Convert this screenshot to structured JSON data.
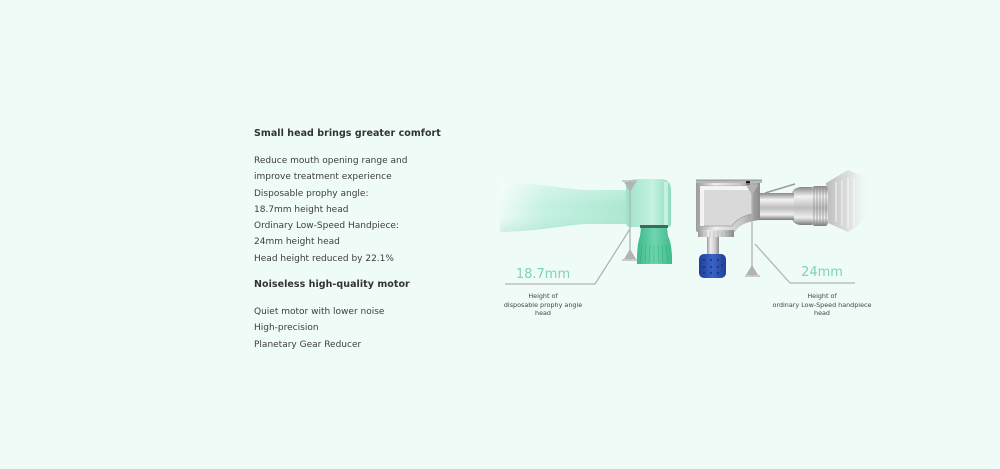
{
  "sections": [
    {
      "heading": "Small head brings greater comfort",
      "lines": [
        "Reduce mouth opening range and",
        "improve treatment experience",
        "Disposable prophy angle:",
        "18.7mm height head",
        "Ordinary Low-Speed Handpiece:",
        "24mm height head",
        "Head height reduced by 22.1%"
      ]
    },
    {
      "heading": "Noiseless high-quality motor",
      "lines": [
        "Quiet motor with lower noise",
        "High-precision",
        "Planetary Gear Reducer"
      ]
    }
  ],
  "illustration": {
    "left": {
      "measure": "18.7mm",
      "caption": [
        "Height of",
        "disposable prophy angle",
        "head"
      ]
    },
    "right": {
      "measure": "24mm",
      "caption": [
        "Height of",
        "ordinary Low-Speed handpiece",
        "head"
      ]
    }
  },
  "colors": {
    "background": "#effbf7",
    "accent": "#7fd3b4",
    "prophy_body": "#b5ecd8",
    "prophy_cup": "#5ccaa0",
    "bur_blue": "#2a4fb0",
    "dimension_line": "#b0b0b0"
  }
}
